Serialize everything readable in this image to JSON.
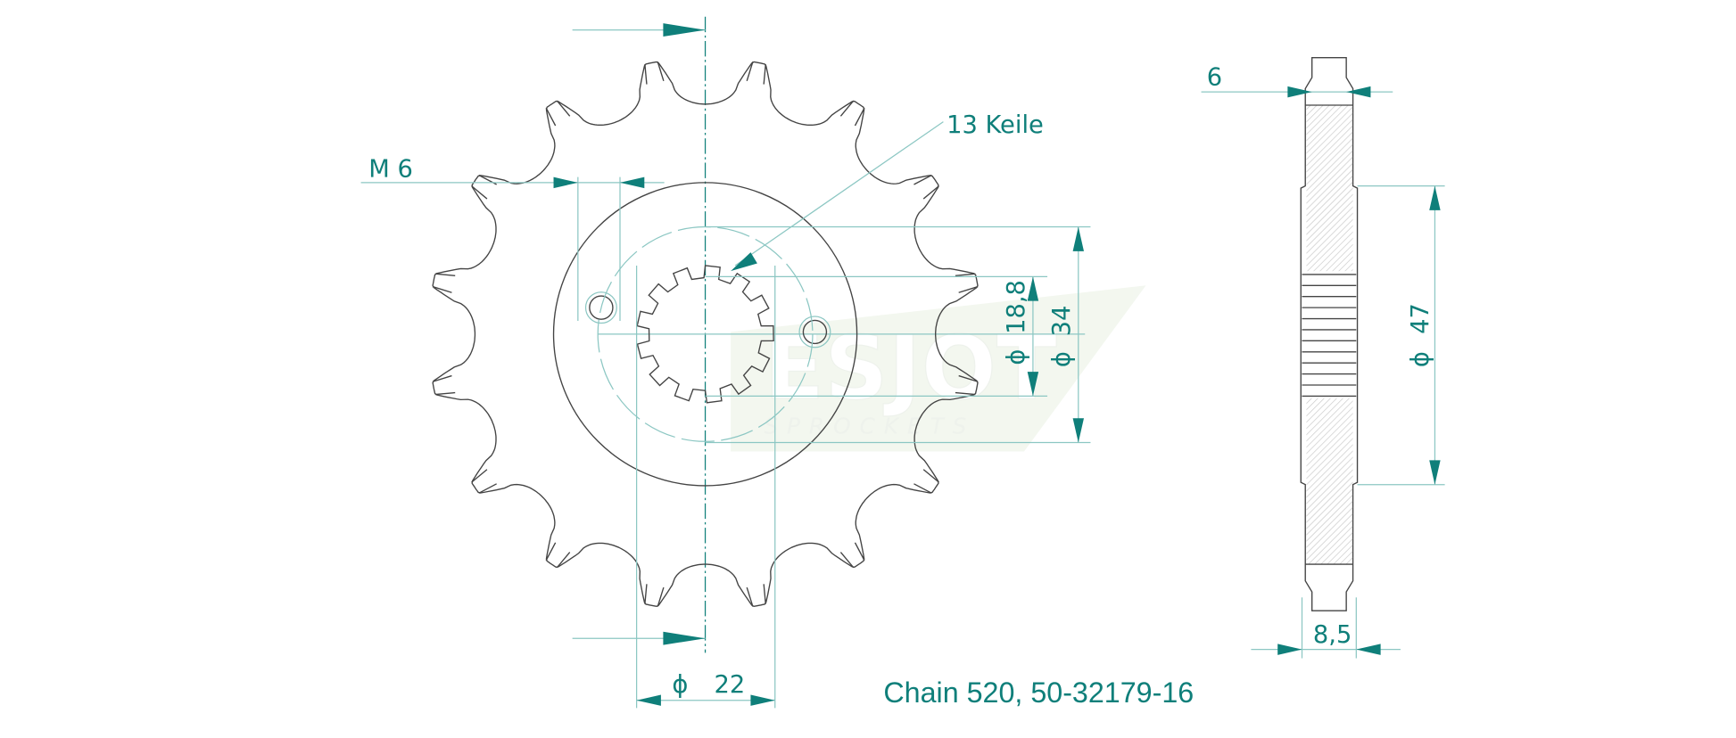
{
  "drawing": {
    "thread_label": "M 6",
    "splines_label": "13 Keile",
    "spline_diameter": "18,8",
    "hub_diameter": "34",
    "bore_diameter": "22",
    "side_diameter": "47",
    "tooth_width": "6",
    "hub_width": "8,5",
    "diameter_symbol": "ϕ",
    "caption": "Chain 520, 50-32179-16",
    "teeth": 16,
    "splines": 13
  },
  "watermark": {
    "brand": "ESJOT",
    "sub": "SPROCKETS"
  },
  "colors": {
    "accent": "#0f7f7a",
    "line": "#444444",
    "extension": "#8cc7c3"
  }
}
